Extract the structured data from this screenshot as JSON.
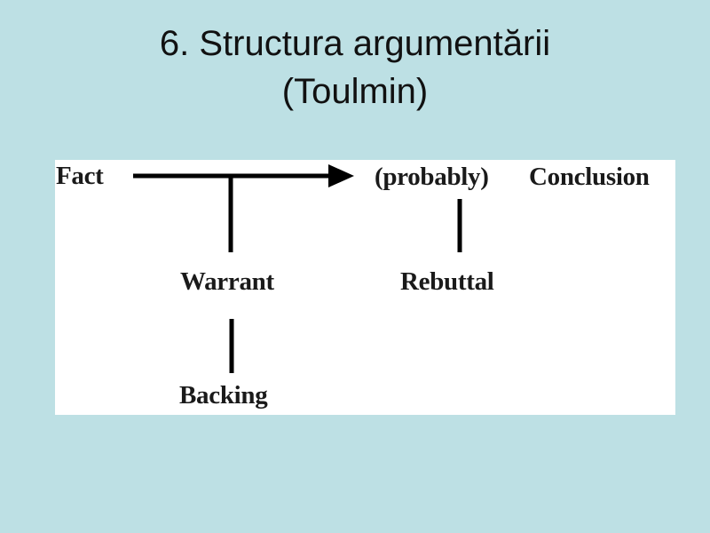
{
  "slide": {
    "title_line1": "6. Structura argumentării",
    "title_line2": "(Toulmin)",
    "background_color": "#bde0e4"
  },
  "diagram": {
    "fact": "Fact",
    "qualifier": "(probably)",
    "conclusion": "Conclusion",
    "warrant": "Warrant",
    "rebuttal": "Rebuttal",
    "backing": "Backing"
  }
}
